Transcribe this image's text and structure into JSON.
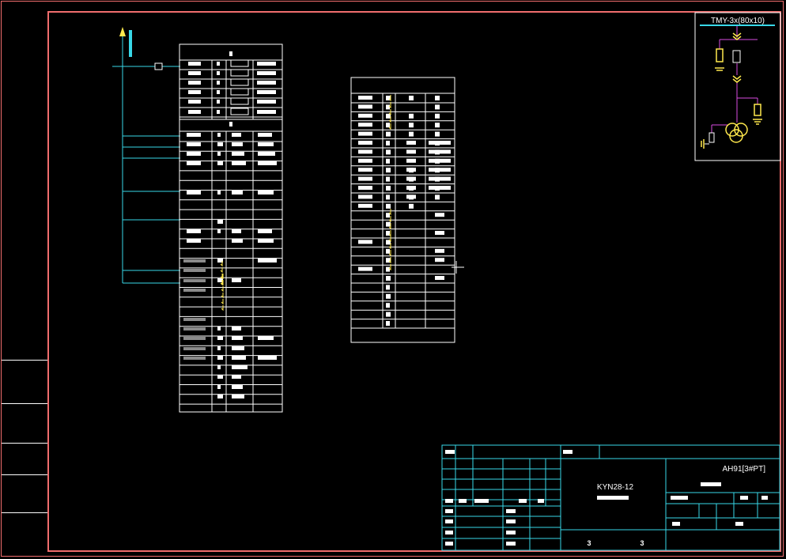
{
  "sidebar": {
    "labels": [
      "",
      "",
      "",
      "",
      "",
      ""
    ]
  },
  "transformer_label": "TMY-3x(80x10)",
  "title_block": {
    "model": "KYN28-12",
    "code": "AH91[3#PT]",
    "sheet_a": "3",
    "sheet_b": "3"
  },
  "colors": {
    "frame": "#f06d6d",
    "lines": "#ffffff",
    "bus": "#38d8e8",
    "yellow": "#ffe94d",
    "magenta": "#d94be0"
  }
}
